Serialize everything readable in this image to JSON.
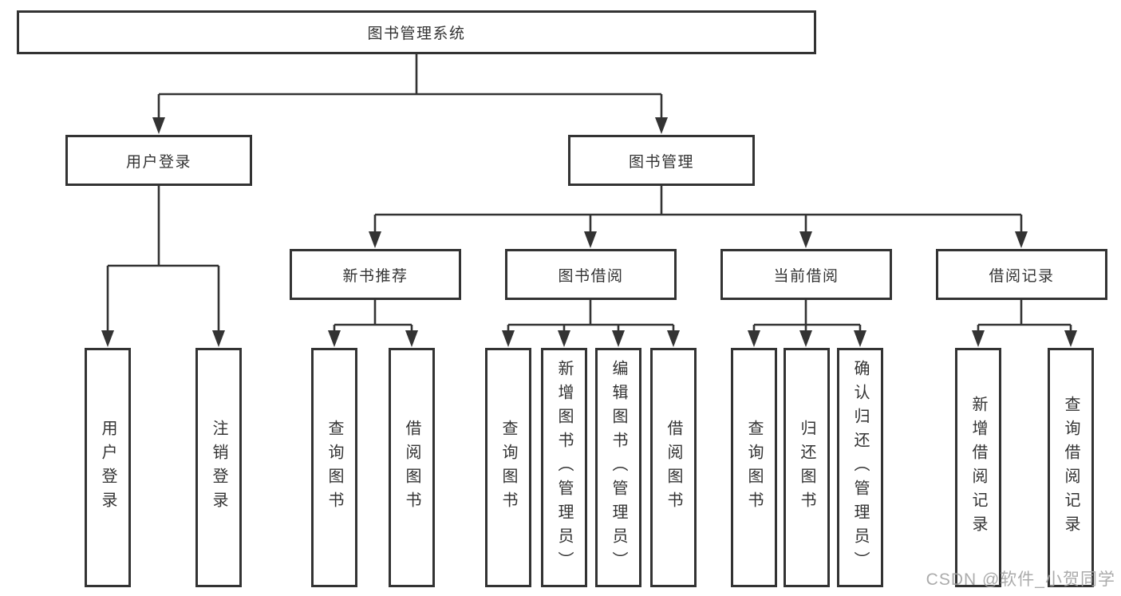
{
  "diagram": {
    "title": "图书管理系统",
    "level1": {
      "user_login": "用户登录",
      "book_mgmt": "图书管理"
    },
    "level2": {
      "new_books": "新书推荐",
      "book_borrow": "图书借阅",
      "current_borrow": "当前借阅",
      "borrow_records": "借阅记录"
    },
    "leaves": {
      "user_login": [
        "用户登录",
        "注销登录"
      ],
      "new_books": [
        "查询图书",
        "借阅图书"
      ],
      "book_borrow": [
        "查询图书",
        "新增图书（管理员）",
        "编辑图书（管理员）",
        "借阅图书"
      ],
      "current_borrow": [
        "查询图书",
        "归还图书",
        "确认归还（管理员）"
      ],
      "borrow_records": [
        "新增借阅记录",
        "查询借阅记录"
      ]
    },
    "colors": {
      "line": "#333333",
      "text": "#333333",
      "background": "#ffffff"
    }
  },
  "watermark": {
    "text": "CSDN @软件_小贺同学",
    "color": "#a3a3a3"
  }
}
